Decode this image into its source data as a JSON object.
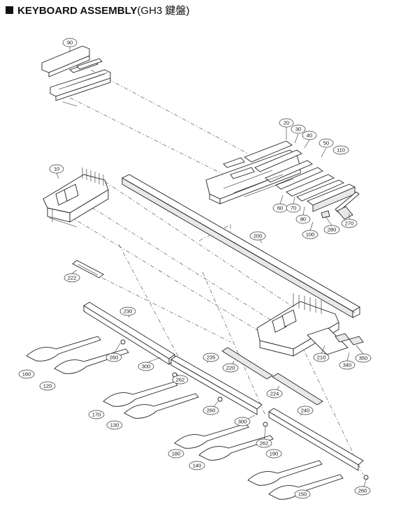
{
  "title": {
    "main": "KEYBOARD ASSEMBLY",
    "sub": "(GH3 鍵盤)"
  },
  "callouts": [
    "90",
    "20",
    "30",
    "40",
    "50",
    "110",
    "10",
    "60",
    "70",
    "80",
    "100",
    "280",
    "270",
    "200",
    "222",
    "230",
    "210",
    "340",
    "350",
    "160",
    "260",
    "300",
    "235",
    "220",
    "120",
    "262",
    "224",
    "170",
    "130",
    "260",
    "300",
    "240",
    "262",
    "180",
    "190",
    "140",
    "260",
    "150"
  ]
}
